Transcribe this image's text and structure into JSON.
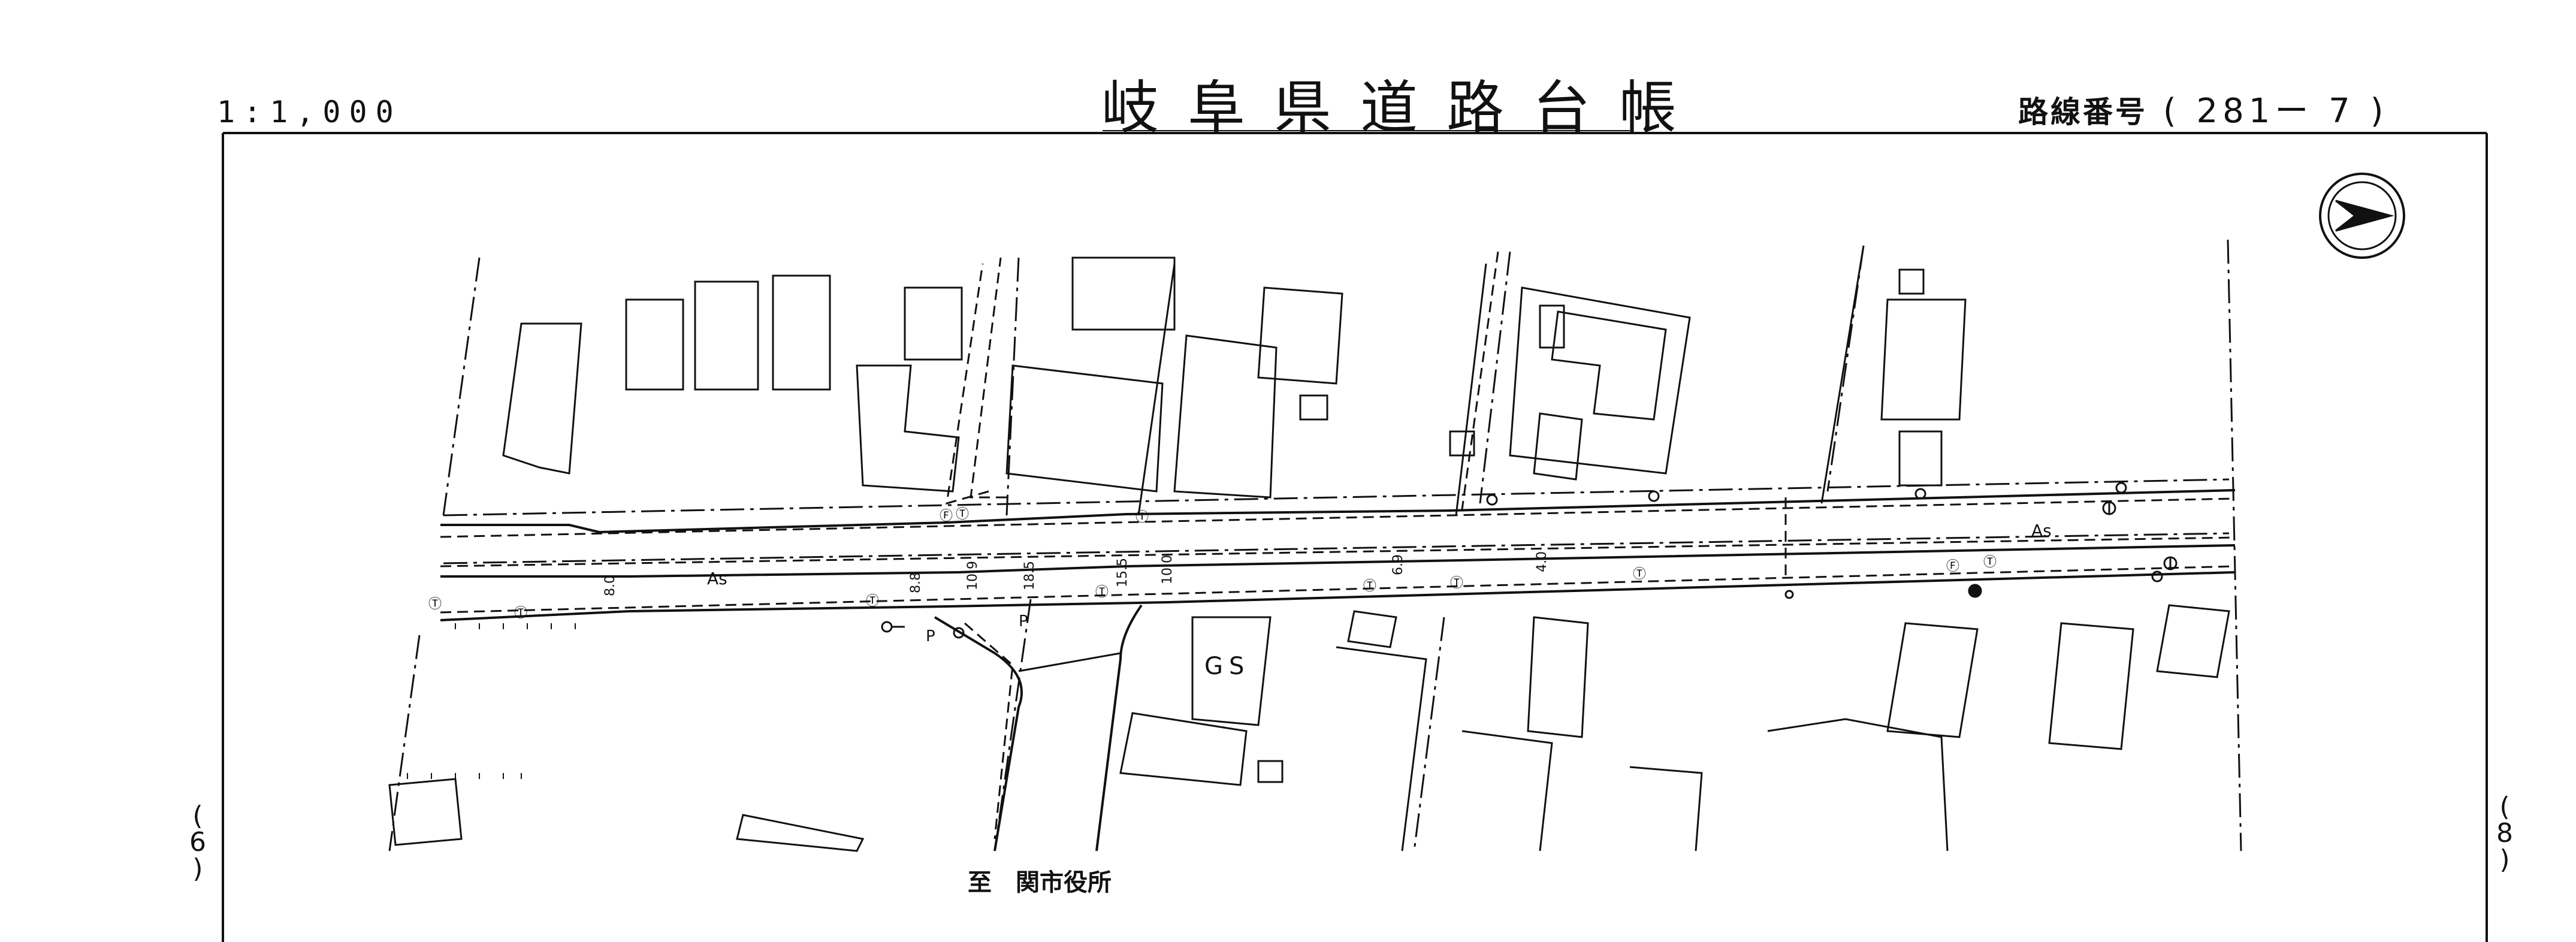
{
  "sheet": {
    "scale": "1:1,000",
    "title": "岐阜県道路台帳",
    "route_label": "路線番号",
    "route_number": "( 281ー 7 )",
    "destination": "至　関市役所",
    "left_edge_sheet": [
      "(",
      "6",
      ")"
    ],
    "right_edge_sheet": [
      "(",
      "8",
      ")"
    ]
  },
  "map": {
    "compass": "north-arrow-icon",
    "surface_labels": [
      "As",
      "As"
    ],
    "station_labels": [
      "8.0",
      "8.8",
      "10.9",
      "18.5",
      "15.5",
      "10.0",
      "6.9",
      "4.0"
    ],
    "facility_labels": [
      "GS",
      "P",
      "P"
    ],
    "symbols": {
      "telephone_pole": "Ⓣ",
      "fire_hydrant": "Ⓕ"
    }
  }
}
